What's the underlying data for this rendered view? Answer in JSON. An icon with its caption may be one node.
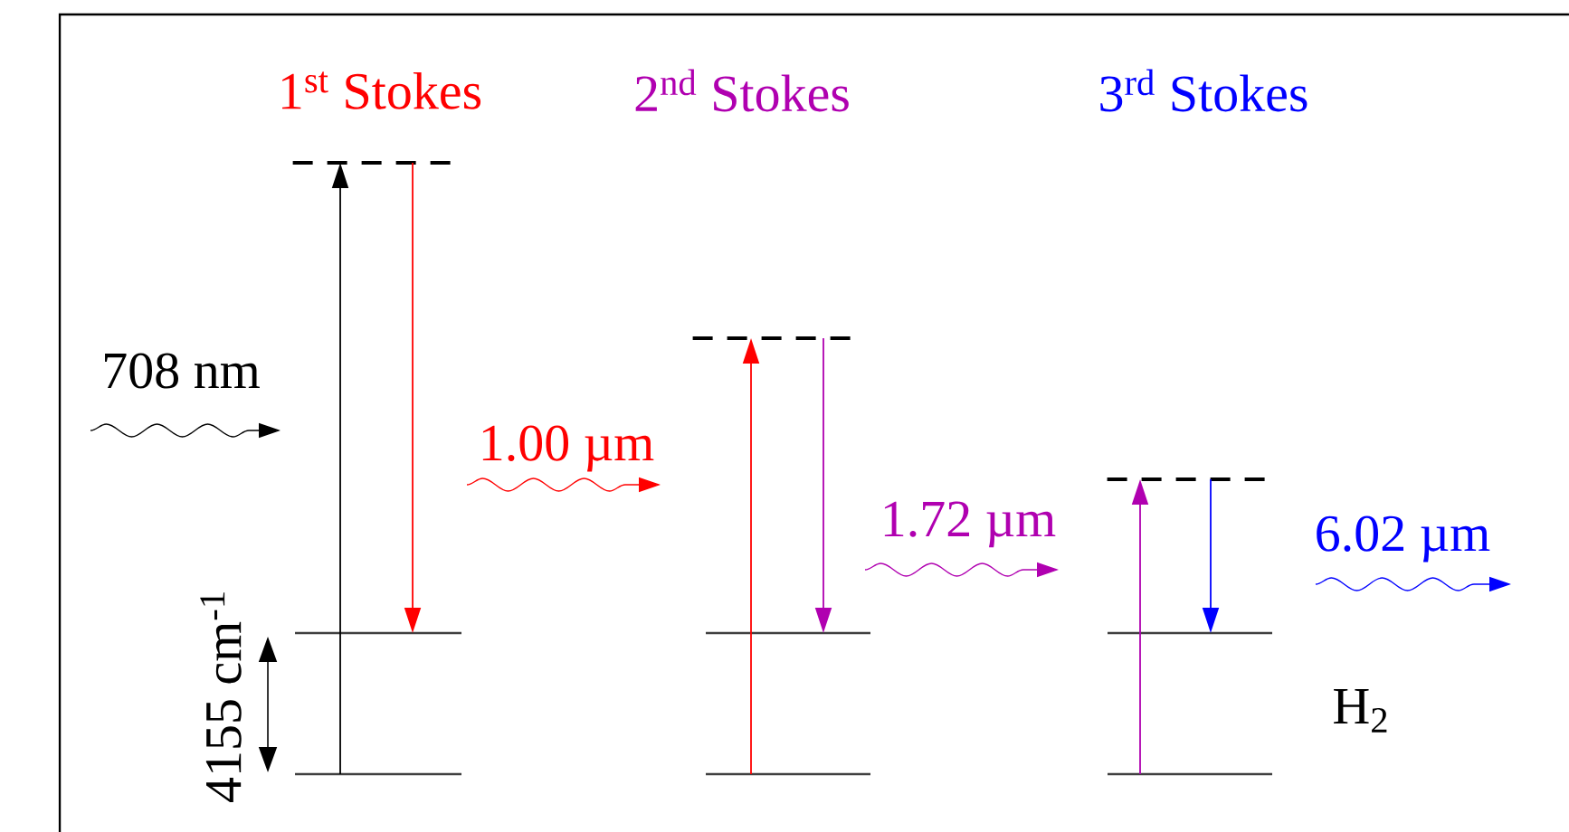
{
  "diagram": {
    "nodes": [
      {
        "text": [],
        "shape": "dashes"
      },
      {
        "text": [],
        "shape": "line"
      },
      {
        "text": [],
        "shape": "line"
      },
      {
        "text": [],
        "shape": "dashes"
      },
      {
        "text": [],
        "shape": "line"
      },
      {
        "text": [],
        "shape": "line"
      },
      {
        "text": [],
        "shape": "dashes"
      },
      {
        "text": [],
        "shape": "line"
      },
      {
        "text": [],
        "shape": "line"
      }
    ],
    "edges": [
      {
        "from": 2,
        "to": 0,
        "arrow": "to",
        "color": "#000000"
      },
      {
        "from": 0,
        "to": 1,
        "arrow": "to",
        "color": "#ff0000"
      },
      {
        "from": 5,
        "to": 3,
        "arrow": "to",
        "color": "#ff0000"
      },
      {
        "from": 3,
        "to": 4,
        "arrow": "to",
        "color": "#b000b0"
      },
      {
        "from": 8,
        "to": 6,
        "arrow": "to",
        "color": "#b000b0"
      },
      {
        "from": 6,
        "to": 7,
        "arrow": "to",
        "color": "#0000ff"
      }
    ],
    "labels": [
      "1$^{st}$ Stokes",
      "2$^{nd}$ Stokes",
      "3$^{rd}$ Stokes",
      "708 nm",
      "1.00 µm",
      "1.72 µm",
      "6.02 µm",
      "4155 cm$^{-1}$",
      "H$_{2}$"
    ]
  }
}
